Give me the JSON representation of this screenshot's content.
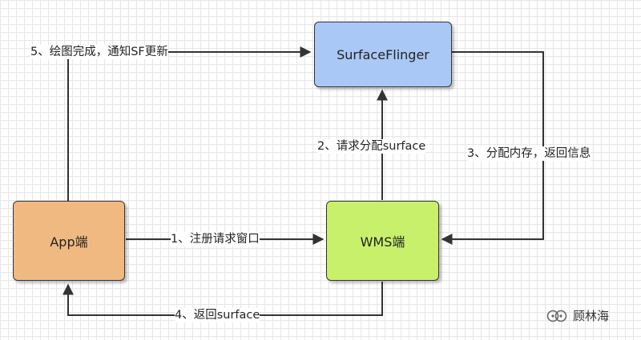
{
  "nodes": {
    "surfaceflinger": {
      "label": "SurfaceFlinger",
      "color": "#a9c8f5"
    },
    "app": {
      "label": "App端",
      "color": "#f0b982"
    },
    "wms": {
      "label": "WMS端",
      "color": "#c8f06a"
    }
  },
  "edges": {
    "e1": "1、注册请求窗口",
    "e2": "2、请求分配surface",
    "e3": "3、分配内存，返回信息",
    "e4": "4、返回surface",
    "e5": "5、绘图完成，通知SF更新"
  },
  "watermark": {
    "text": "顾林海",
    "icon": "wechat-official-account-icon"
  }
}
